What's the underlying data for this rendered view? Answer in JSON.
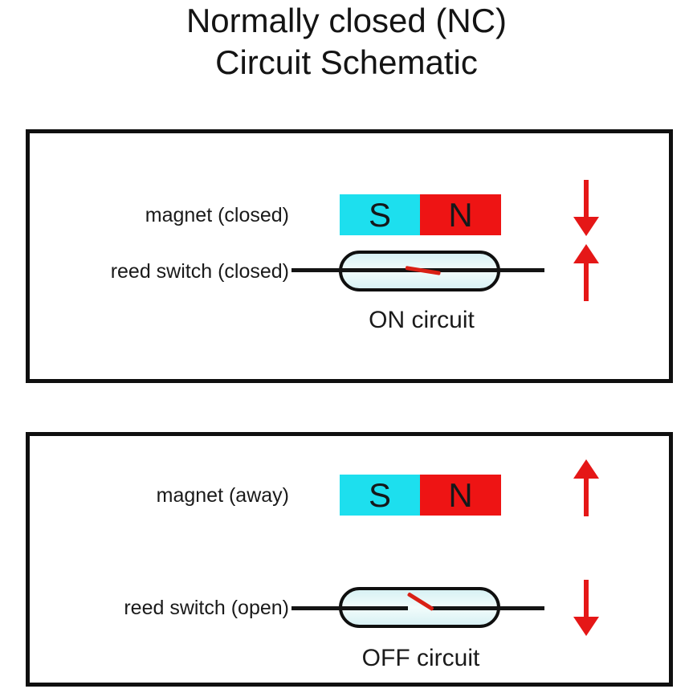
{
  "title": {
    "line1": "Normally closed (NC)",
    "line2": "Circuit Schematic"
  },
  "colors": {
    "magnet_s": "#1ddfee",
    "magnet_n": "#ee1414",
    "arrow_red": "#e51717",
    "contact_red": "#d92015",
    "wire_black": "#141414",
    "border_black": "#0f0f0f",
    "capsule_fill_light": "#f2fcfb",
    "capsule_fill_dark": "#d8f1f4"
  },
  "panels": [
    {
      "magnet_label": "magnet (closed)",
      "switch_label": "reed switch (closed)",
      "circuit_label": "ON circuit",
      "pole_s": "S",
      "pole_n": "N",
      "switch_state": "closed",
      "arrow_top": "down",
      "arrow_bottom": "up"
    },
    {
      "magnet_label": "magnet (away)",
      "switch_label": "reed switch (open)",
      "circuit_label": "OFF circuit",
      "pole_s": "S",
      "pole_n": "N",
      "switch_state": "open",
      "arrow_top": "up",
      "arrow_bottom": "down"
    }
  ]
}
